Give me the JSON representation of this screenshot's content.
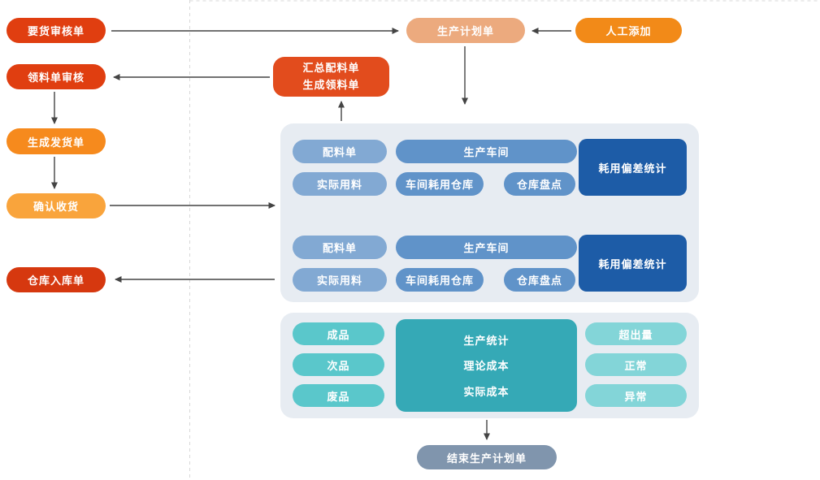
{
  "colors": {
    "red-1": "#e03e10",
    "red-2": "#d6380f",
    "summary-red": "#e24c1d",
    "orange-1": "#f68a1d",
    "orange-2": "#f9a43c",
    "orange-3": "#f28a18",
    "salmon": "#ecaa7e",
    "panel-bg": "#e7ecf2",
    "blue-light": "#82a9d3",
    "blue-mid": "#6093c9",
    "blue-dark": "#1d5ca7",
    "teal": "#5ac7cb",
    "teal-dark": "#35a9b6",
    "teal-light": "#83d5d8",
    "slate": "#8095ad",
    "arrow": "#444444",
    "dash-line": "#d8d8d8"
  },
  "left_flow": [
    {
      "label": "要货审核单"
    },
    {
      "label": "领料单审核"
    },
    {
      "label": "生成发货单"
    },
    {
      "label": "确认收货"
    },
    {
      "label": "仓库入库单"
    }
  ],
  "top_flow": {
    "production_plan": "生产计划单",
    "manual_add": "人工添加",
    "summary_line1": "汇总配料单",
    "summary_line2": "生成领料单"
  },
  "workshop_panel": {
    "groups": [
      {
        "bom": "配料单",
        "workshop": "生产车间",
        "actual_usage": "实际用料",
        "workshop_consumption": "车间耗用仓库",
        "stock_check": "仓库盘点",
        "deviation": "耗用偏差统计"
      },
      {
        "bom": "配料单",
        "workshop": "生产车间",
        "actual_usage": "实际用料",
        "workshop_consumption": "车间耗用仓库",
        "stock_check": "仓库盘点",
        "deviation": "耗用偏差统计"
      }
    ]
  },
  "stats_panel": {
    "products": [
      {
        "label": "成品"
      },
      {
        "label": "次品"
      },
      {
        "label": "废品"
      }
    ],
    "center": [
      {
        "label": "生产统计"
      },
      {
        "label": "理论成本"
      },
      {
        "label": "实际成本"
      }
    ],
    "status": [
      {
        "label": "超出量"
      },
      {
        "label": "正常"
      },
      {
        "label": "异常"
      }
    ]
  },
  "end_node": {
    "label": "结束生产计划单"
  }
}
